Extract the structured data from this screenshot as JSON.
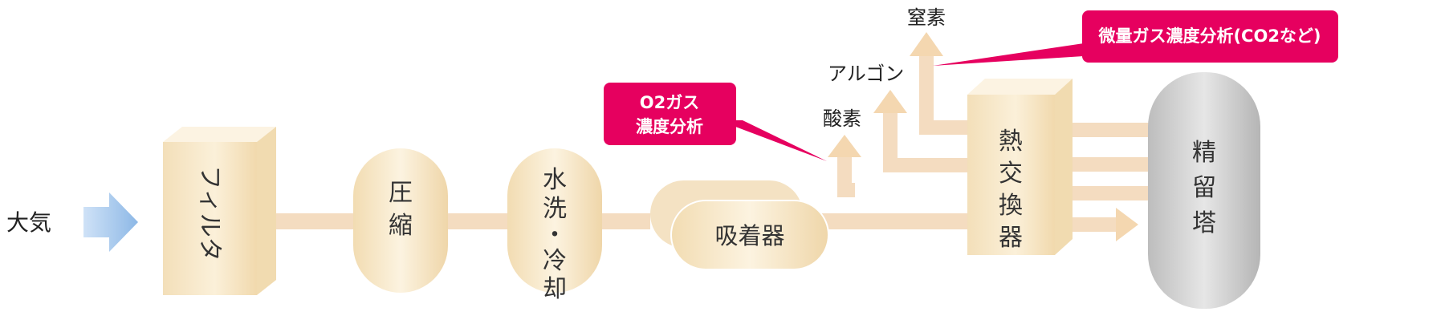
{
  "diagram": {
    "input_label": "大気",
    "nodes": {
      "filter": "フィルタ",
      "compress": "圧縮",
      "wash_cool": "水洗・冷却",
      "adsorber": "吸着器",
      "heat_exchanger": "熱交換器",
      "column": "精留塔"
    },
    "outputs": {
      "oxygen": "酸素",
      "argon": "アルゴン",
      "nitrogen": "窒素"
    },
    "callouts": {
      "o2_line1": "O2ガス",
      "o2_line2": "濃度分析",
      "trace": "微量ガス濃度分析(CO2など)"
    },
    "colors": {
      "pipe": "#f4dcc0",
      "box": "#f7e7c8",
      "callout": "#e6005f",
      "input_arrow": "#9dc3ea",
      "column": "#c8c8c8"
    }
  }
}
